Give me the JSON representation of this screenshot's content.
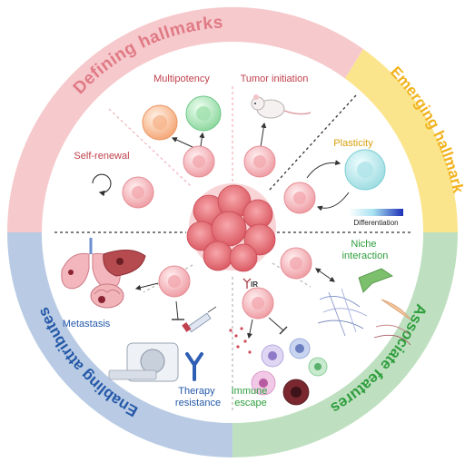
{
  "colors": {
    "defining": "#e58a93",
    "defining_ring": "#f6c9cc",
    "emerging": "#f2b21c",
    "emerging_ring": "#fbe58c",
    "associate": "#2f9e3e",
    "associate_ring": "#bfe0c0",
    "enabling": "#2458a8",
    "enabling_ring": "#b9cbe4",
    "cell_pink": "#f2b9bd",
    "cell_green": "#b9e8c2",
    "cell_orange": "#f7c39d",
    "cell_teal": "#c6ecee"
  },
  "segments": {
    "defining": {
      "title": "Defining hallmarks"
    },
    "emerging": {
      "title": "Emerging hallmark"
    },
    "associate": {
      "title": "Associate features"
    },
    "enabling": {
      "title": "Enabling attributes"
    }
  },
  "labels": {
    "multipotency": "Multipotency",
    "tumor_initiation": "Tumor initiation",
    "self_renewal": "Self-renewal",
    "plasticity": "Plasticity",
    "differentiation": "Differentiation",
    "niche_interaction": [
      "Niche",
      "interaction"
    ],
    "metastasis": "Metastasis",
    "therapy_resistance": [
      "Therapy",
      "resistance"
    ],
    "immune_escape": [
      "Immune",
      "escape"
    ],
    "ir": "IR"
  },
  "icons": [
    "cell-icon",
    "mouse-icon",
    "lungs-icon",
    "liver-icon",
    "brain-icon",
    "mri-scanner-icon",
    "syringe-icon",
    "antibody-icon",
    "fibroblast-icon",
    "extracellular-matrix-icon",
    "immune-cell-icon",
    "tumor-mass-icon"
  ]
}
